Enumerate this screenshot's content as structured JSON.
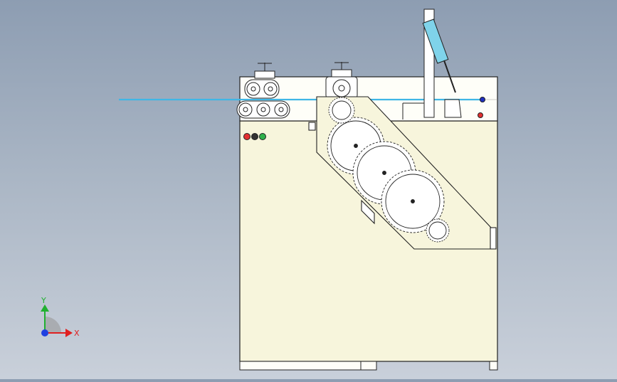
{
  "app": {
    "view": "cad-model-front-view"
  },
  "triad": {
    "x_label": "X",
    "y_label": "Y",
    "x_color": "#e02020",
    "y_color": "#20b030",
    "z_color": "#2040e0"
  },
  "colors": {
    "body_fill": "#f7f5dc",
    "top_fill": "#fefef8",
    "stroke": "#222222",
    "wire": "#3fb6e6",
    "cylinder": "#7fd3ea",
    "indicator_red": "#e23030",
    "indicator_dark": "#333333",
    "indicator_green": "#2fb04a",
    "knob_blue": "#2030c0"
  },
  "indicators": [
    {
      "name": "red-lamp"
    },
    {
      "name": "black-lamp"
    },
    {
      "name": "green-lamp"
    }
  ]
}
